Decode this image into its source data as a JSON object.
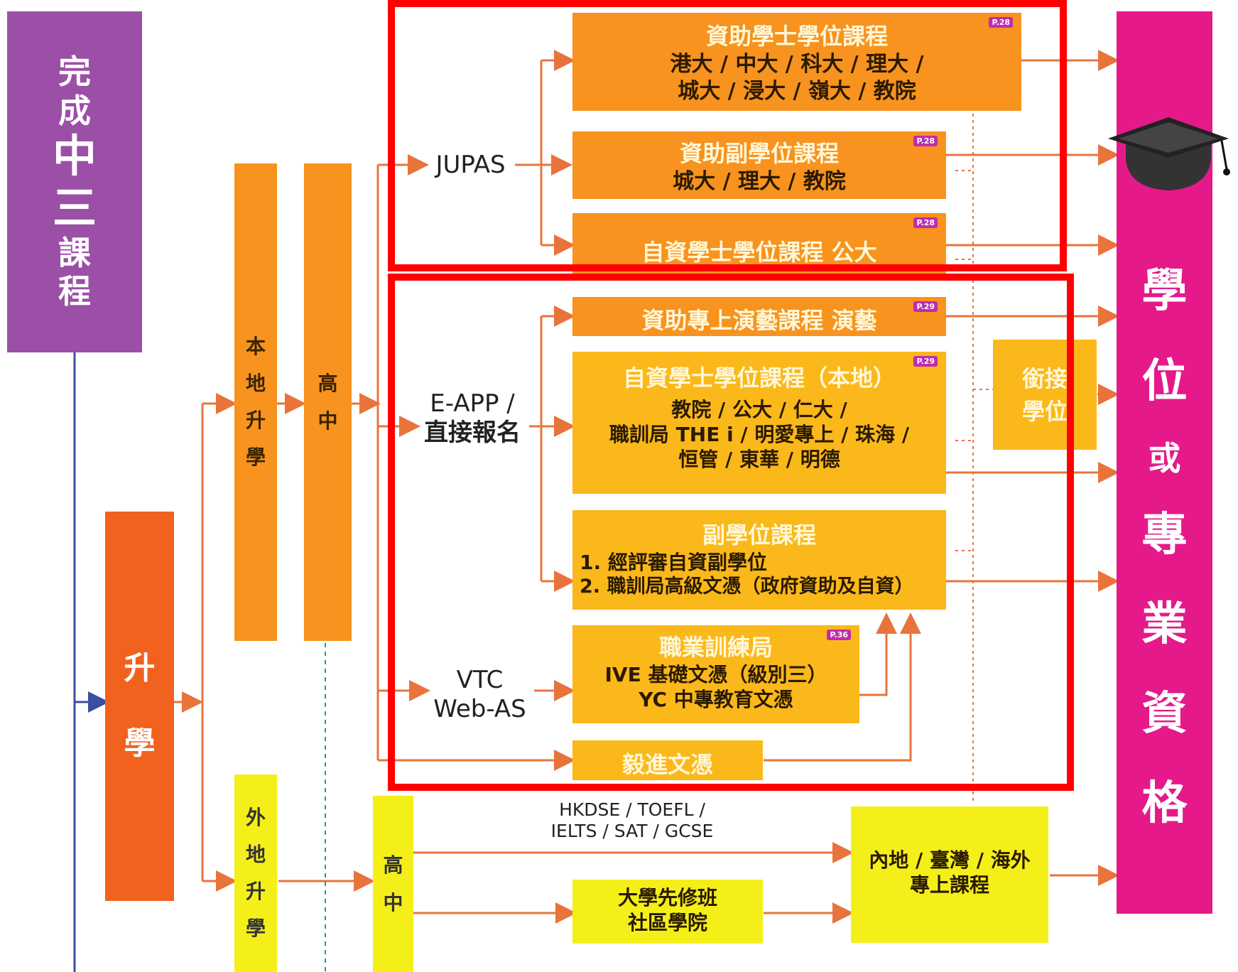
{
  "left_column": {
    "chars": [
      "完",
      "成",
      "中",
      "三",
      "課",
      "程"
    ]
  },
  "further_study": {
    "chars": [
      "升",
      "學"
    ]
  },
  "local_path": {
    "chars": [
      "本",
      "地",
      "升",
      "學"
    ]
  },
  "local_senior": {
    "chars": [
      "高",
      "中"
    ]
  },
  "overseas_path": {
    "chars": [
      "外",
      "地",
      "升",
      "學"
    ]
  },
  "overseas_senior": {
    "chars": [
      "高",
      "中"
    ]
  },
  "routes": {
    "jupas": "JUPAS",
    "eapp_line1": "E-APP /",
    "eapp_line2": "直接報名",
    "vtc_line1": "VTC",
    "vtc_line2": "Web-AS",
    "exams_line1": "HKDSE / TOEFL /",
    "exams_line2": "IELTS / SAT / GCSE"
  },
  "programmes": {
    "funded_degree": {
      "title": "資助學士學位課程",
      "line1": "港大 / 中大 / 科大 / 理大 /",
      "line2": "城大 / 浸大 / 嶺大 / 教院",
      "tag": "P.28"
    },
    "funded_subdegree": {
      "title": "資助副學位課程",
      "line1": "城大 / 理大 / 教院",
      "tag": "P.28"
    },
    "self_financed_degree_ou": {
      "title": "自資學士學位課程  公大",
      "tag": "P.28"
    },
    "performing_arts": {
      "title": "資助專上演藝課程  演藝",
      "tag": "P.29"
    },
    "self_financed_local": {
      "title": "自資學士學位課程（本地）",
      "line1": "教院 / 公大 / 仁大 /",
      "line2": "職訓局 THE i / 明愛專上 / 珠海 /",
      "line3": "恒管 / 東華 / 明德",
      "tag": "P.29"
    },
    "sub_degree": {
      "title": "副學位課程",
      "line1": "1. 經評審自資副學位",
      "line2": "2. 職訓局高級文憑（政府資助及自資）"
    },
    "vtc": {
      "title": "職業訓練局",
      "line1": "IVE  基礎文憑（級別三）",
      "line2": "YC  中專教育文憑",
      "tag": "P.36"
    },
    "yijin": {
      "title": "毅進文憑"
    },
    "top_up": {
      "line1": "銜接",
      "line2": "學位"
    },
    "pre_university": {
      "line1": "大學先修班",
      "line2": "社區學院"
    },
    "mainland_overseas": {
      "line1": "內地 / 臺灣 / 海外",
      "line2": "專上課程"
    }
  },
  "destination": {
    "chars": [
      "學",
      "位",
      "或",
      "專",
      "業",
      "資",
      "格"
    ]
  },
  "colors": {
    "purple": "#9b4fa6",
    "orange": "#f7931e",
    "gold": "#fbb81a",
    "yellow": "#f4ef19",
    "magenta": "#e5198a",
    "frame": "#ff0000",
    "arrow": "#e8743b"
  },
  "icons": [
    "graduation-cap-icon"
  ]
}
